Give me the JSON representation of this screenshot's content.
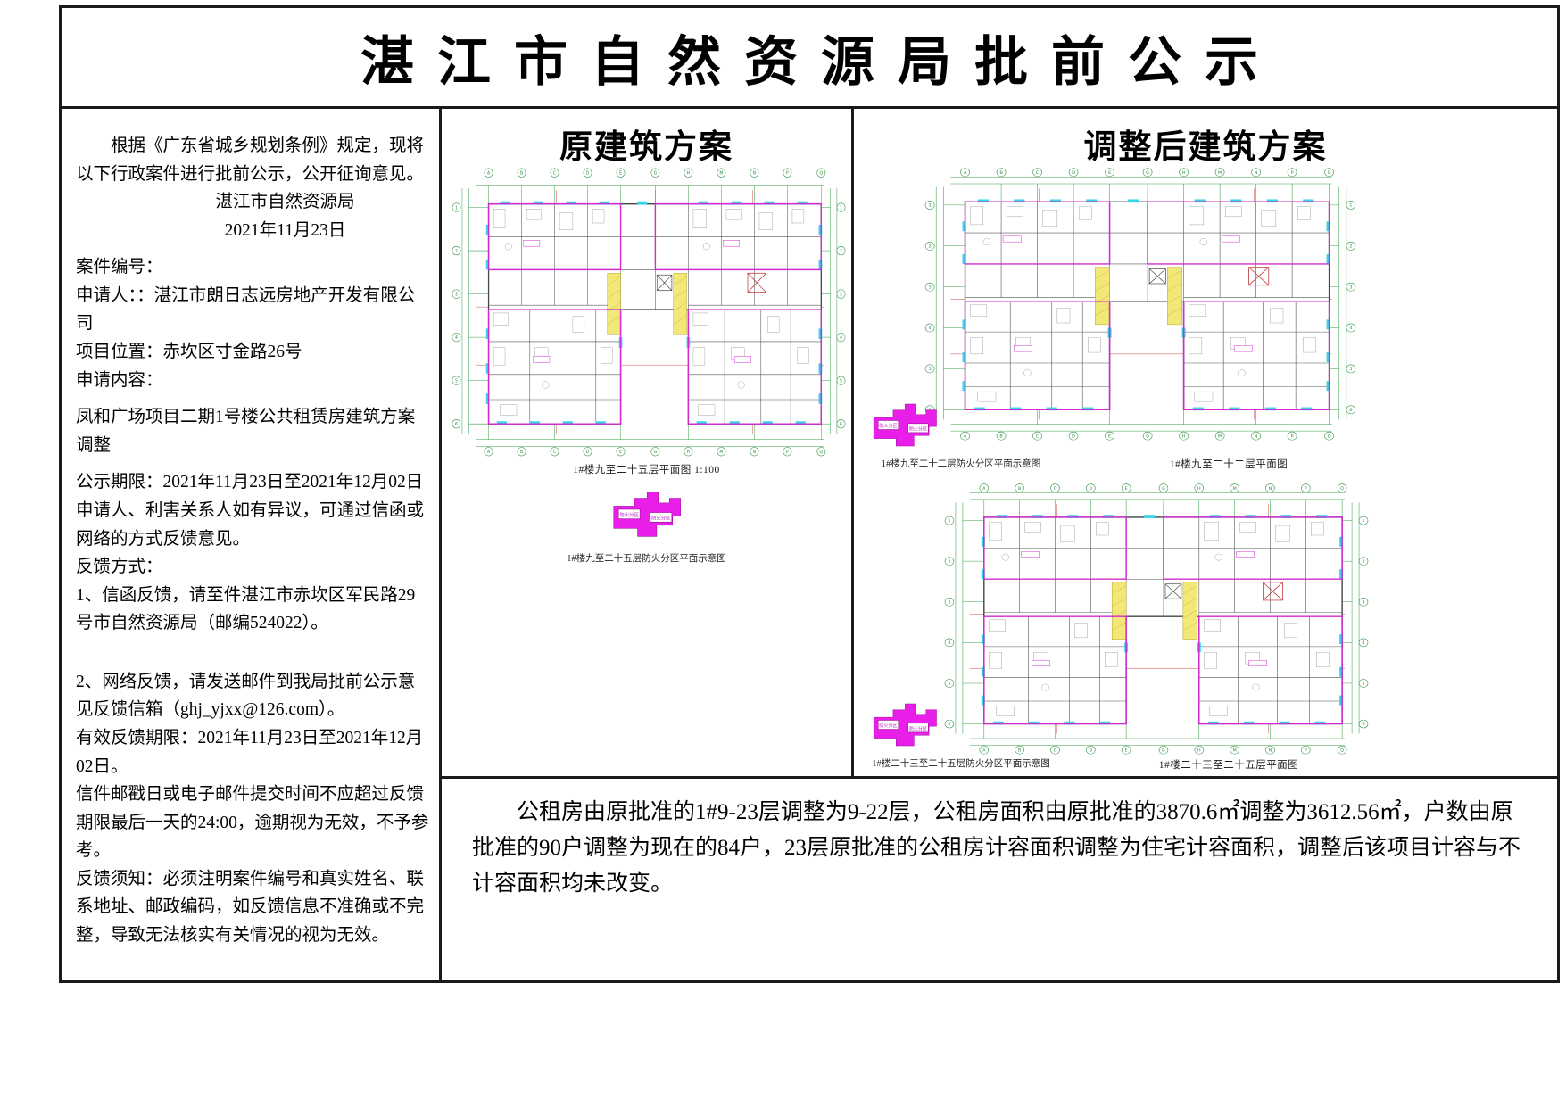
{
  "title": "湛江市自然资源局批前公示",
  "notice": {
    "intro": "根据《广东省城乡规划条例》规定，现将以下行政案件进行批前公示，公开征询意见。",
    "authority": "湛江市自然资源局",
    "date": "2021年11月23日",
    "case_no": "案件编号：",
    "applicant": "申请人：：湛江市朗日志远房地产开发有限公司",
    "location": "项目位置：赤坎区寸金路26号",
    "content_label": "申请内容：",
    "content": "凤和广场项目二期1号楼公共租赁房建筑方案调整",
    "period": "公示期限：2021年11月23日至2021年12月02日",
    "objection": "申请人、利害关系人如有异议，可通过信函或网络的方式反馈意见。",
    "feedback_label": "反馈方式：",
    "feedback_mail": "1、信函反馈，请至件湛江市赤坎区军民路29号市自然资源局（邮编524022）。",
    "feedback_web": "2、网络反馈，请发送邮件到我局批前公示意见反馈信箱（ghj_yjxx@126.com）。",
    "valid_period": "有效反馈期限：2021年11月23日至2021年12月02日。",
    "deadline_note": "信件邮戳日或电子邮件提交时间不应超过反馈期限最后一天的24:00，逾期视为无效，不予参考。",
    "notes": "反馈须知：必须注明案件编号和真实姓名、联系地址、邮政编码，如反馈信息不准确或不完整，导致无法核实有关情况的视为无效。"
  },
  "plans": {
    "keyplan_label": "防火分区",
    "axis_letters": [
      "A",
      "B",
      "C",
      "D",
      "E",
      "G",
      "H",
      "M",
      "N",
      "P",
      "Q"
    ],
    "axis_numbers": [
      "1",
      "2",
      "3",
      "4",
      "5",
      "6"
    ],
    "original": {
      "header": "原建筑方案",
      "plan_caption": "1#楼九至二十五层平面图 1:100",
      "key_caption": "1#楼九至二十五层防火分区平面示意图"
    },
    "adjusted": {
      "header": "调整后建筑方案",
      "top_plan_caption": "1#楼九至二十二层平面图",
      "top_key_caption": "1#楼九至二十二层防火分区平面示意图",
      "bottom_plan_caption": "1#楼二十三至二十五层平面图",
      "bottom_key_caption": "1#楼二十三至二十五层防火分区平面示意图"
    }
  },
  "summary": "公租房由原批准的1#9-23层调整为9-22层，公租房面积由原批准的3870.6㎡调整为3612.56㎡，户数由原批准的90户调整为现在的84户，23层原批准的公租房计容面积调整为住宅计容面积，调整后该项目计容与不计容面积均未改变。"
}
